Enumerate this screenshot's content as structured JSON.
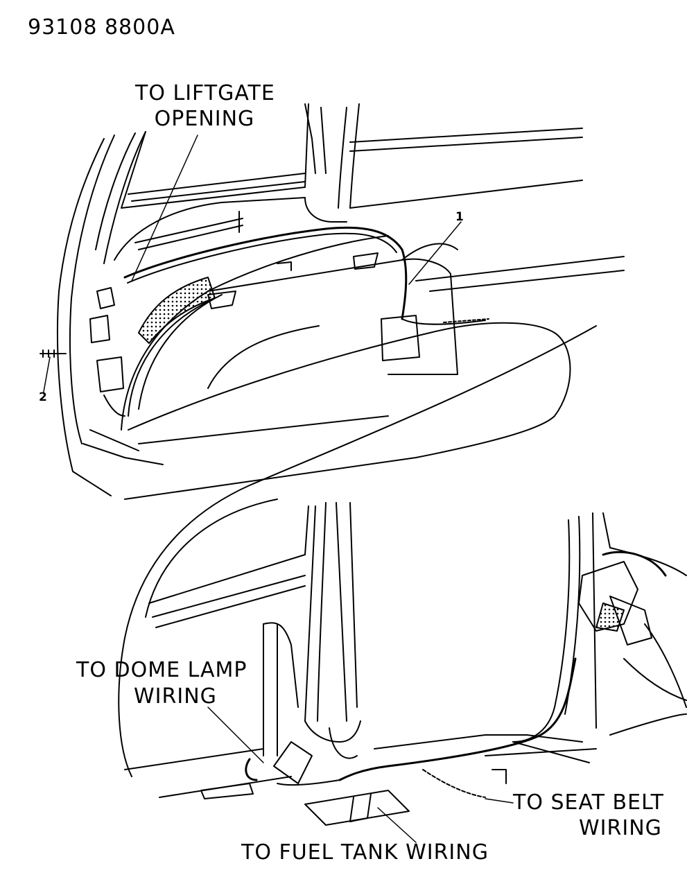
{
  "diagram_id": "93108  8800A",
  "callouts": {
    "one": "1",
    "two": "2"
  },
  "labels": {
    "liftgate": [
      "TO LIFTGATE",
      "OPENING"
    ],
    "dome_lamp": [
      "TO DOME LAMP",
      "WIRING"
    ],
    "seat_belt": [
      "TO SEAT BELT",
      "WIRING"
    ],
    "fuel_tank": "TO FUEL TANK WIRING"
  },
  "colors": {
    "line": "#000000",
    "background": "#ffffff"
  }
}
